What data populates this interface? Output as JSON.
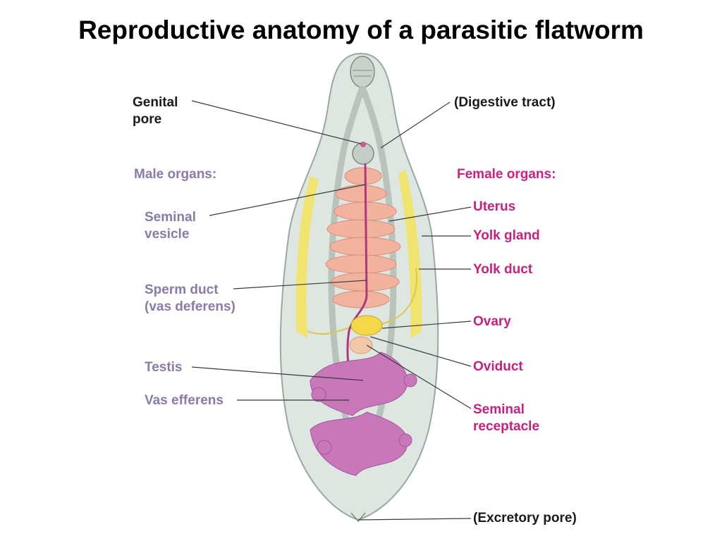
{
  "title": "Reproductive anatomy of a parasitic flatworm",
  "colors": {
    "male_label": "#8a7aa8",
    "female_label": "#c8207f",
    "neutral_label": "#1a1a1a",
    "body_fill": "#dde6e0",
    "uterus": "#f2b39e",
    "yolk_gland": "#f3e35a",
    "testis": "#c877b9"
  },
  "labels": {
    "genital_pore": [
      "Genital",
      "pore"
    ],
    "digestive_tract": "(Digestive tract)",
    "male_heading": "Male organs:",
    "female_heading": "Female organs:",
    "seminal_vesicle": [
      "Seminal",
      "vesicle"
    ],
    "sperm_duct": [
      "Sperm duct",
      "(vas deferens)"
    ],
    "testis": "Testis",
    "vas_efferens": "Vas efferens",
    "uterus": "Uterus",
    "yolk_gland": "Yolk gland",
    "yolk_duct": "Yolk duct",
    "ovary": "Ovary",
    "oviduct": "Oviduct",
    "seminal_receptacle": [
      "Seminal",
      "receptacle"
    ],
    "excretory_pore": "(Excretory pore)"
  }
}
